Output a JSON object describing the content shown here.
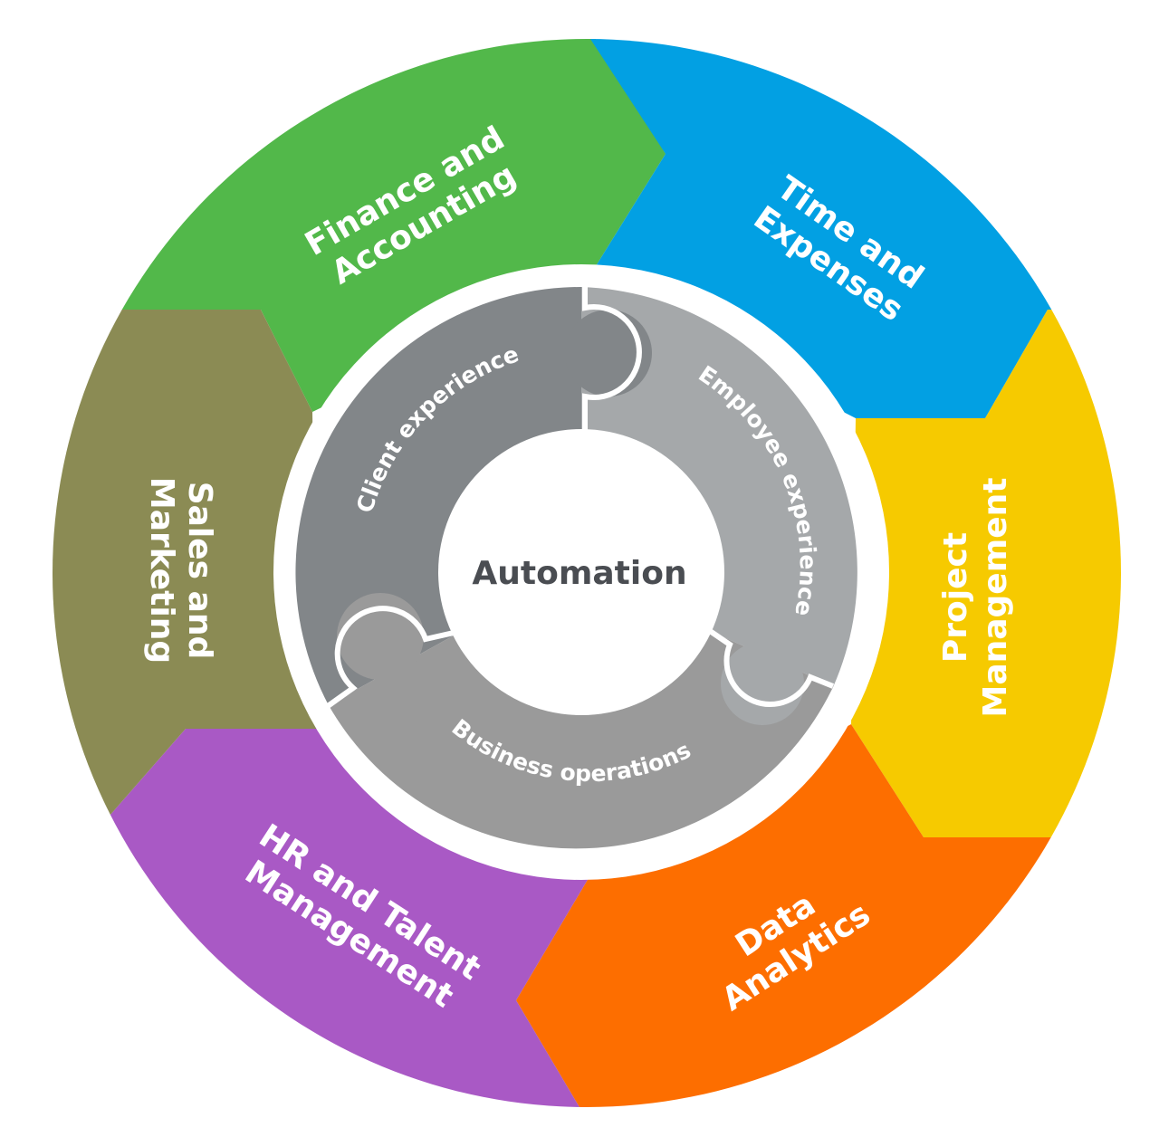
{
  "center": {
    "label": "Automation"
  },
  "outer_segments": [
    {
      "id": "finance",
      "lines": [
        "Finance and",
        "Accounting"
      ],
      "color": "#52b84a"
    },
    {
      "id": "time",
      "lines": [
        "Time and",
        "Expenses"
      ],
      "color": "#02a0e3"
    },
    {
      "id": "project",
      "lines": [
        "Project",
        "Management"
      ],
      "color": "#f6ca00"
    },
    {
      "id": "data",
      "lines": [
        "Data",
        "Analytics"
      ],
      "color": "#fd6e00"
    },
    {
      "id": "hr",
      "lines": [
        "HR and Talent",
        "Management"
      ],
      "color": "#a959c5"
    },
    {
      "id": "sales",
      "lines": [
        "Sales and",
        "Marketing"
      ],
      "color": "#8b8b54"
    }
  ],
  "inner_segments": [
    {
      "id": "client",
      "label": "Client experience",
      "color": "#828689"
    },
    {
      "id": "employee",
      "label": "Employee experience",
      "color": "#a5a8aa"
    },
    {
      "id": "business",
      "label": "Business operations",
      "color": "#9a9a9a"
    }
  ]
}
